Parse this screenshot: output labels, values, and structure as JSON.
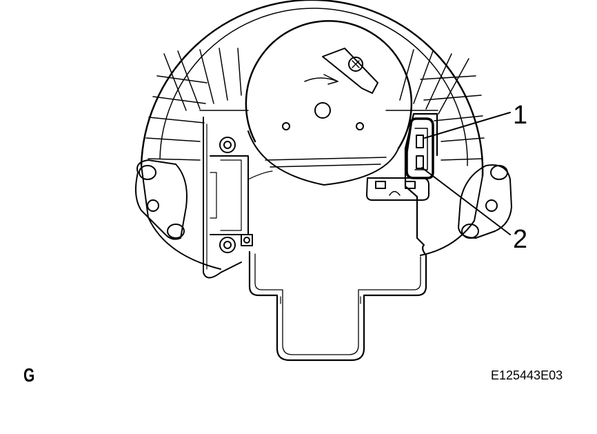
{
  "figure": {
    "corner_letter": "G",
    "figure_id": "E125443E03"
  },
  "callouts": [
    {
      "label": "1",
      "target": "upper-terminal"
    },
    {
      "label": "2",
      "target": "lower-terminal"
    }
  ],
  "colors": {
    "line": "#000000",
    "background": "#ffffff"
  }
}
